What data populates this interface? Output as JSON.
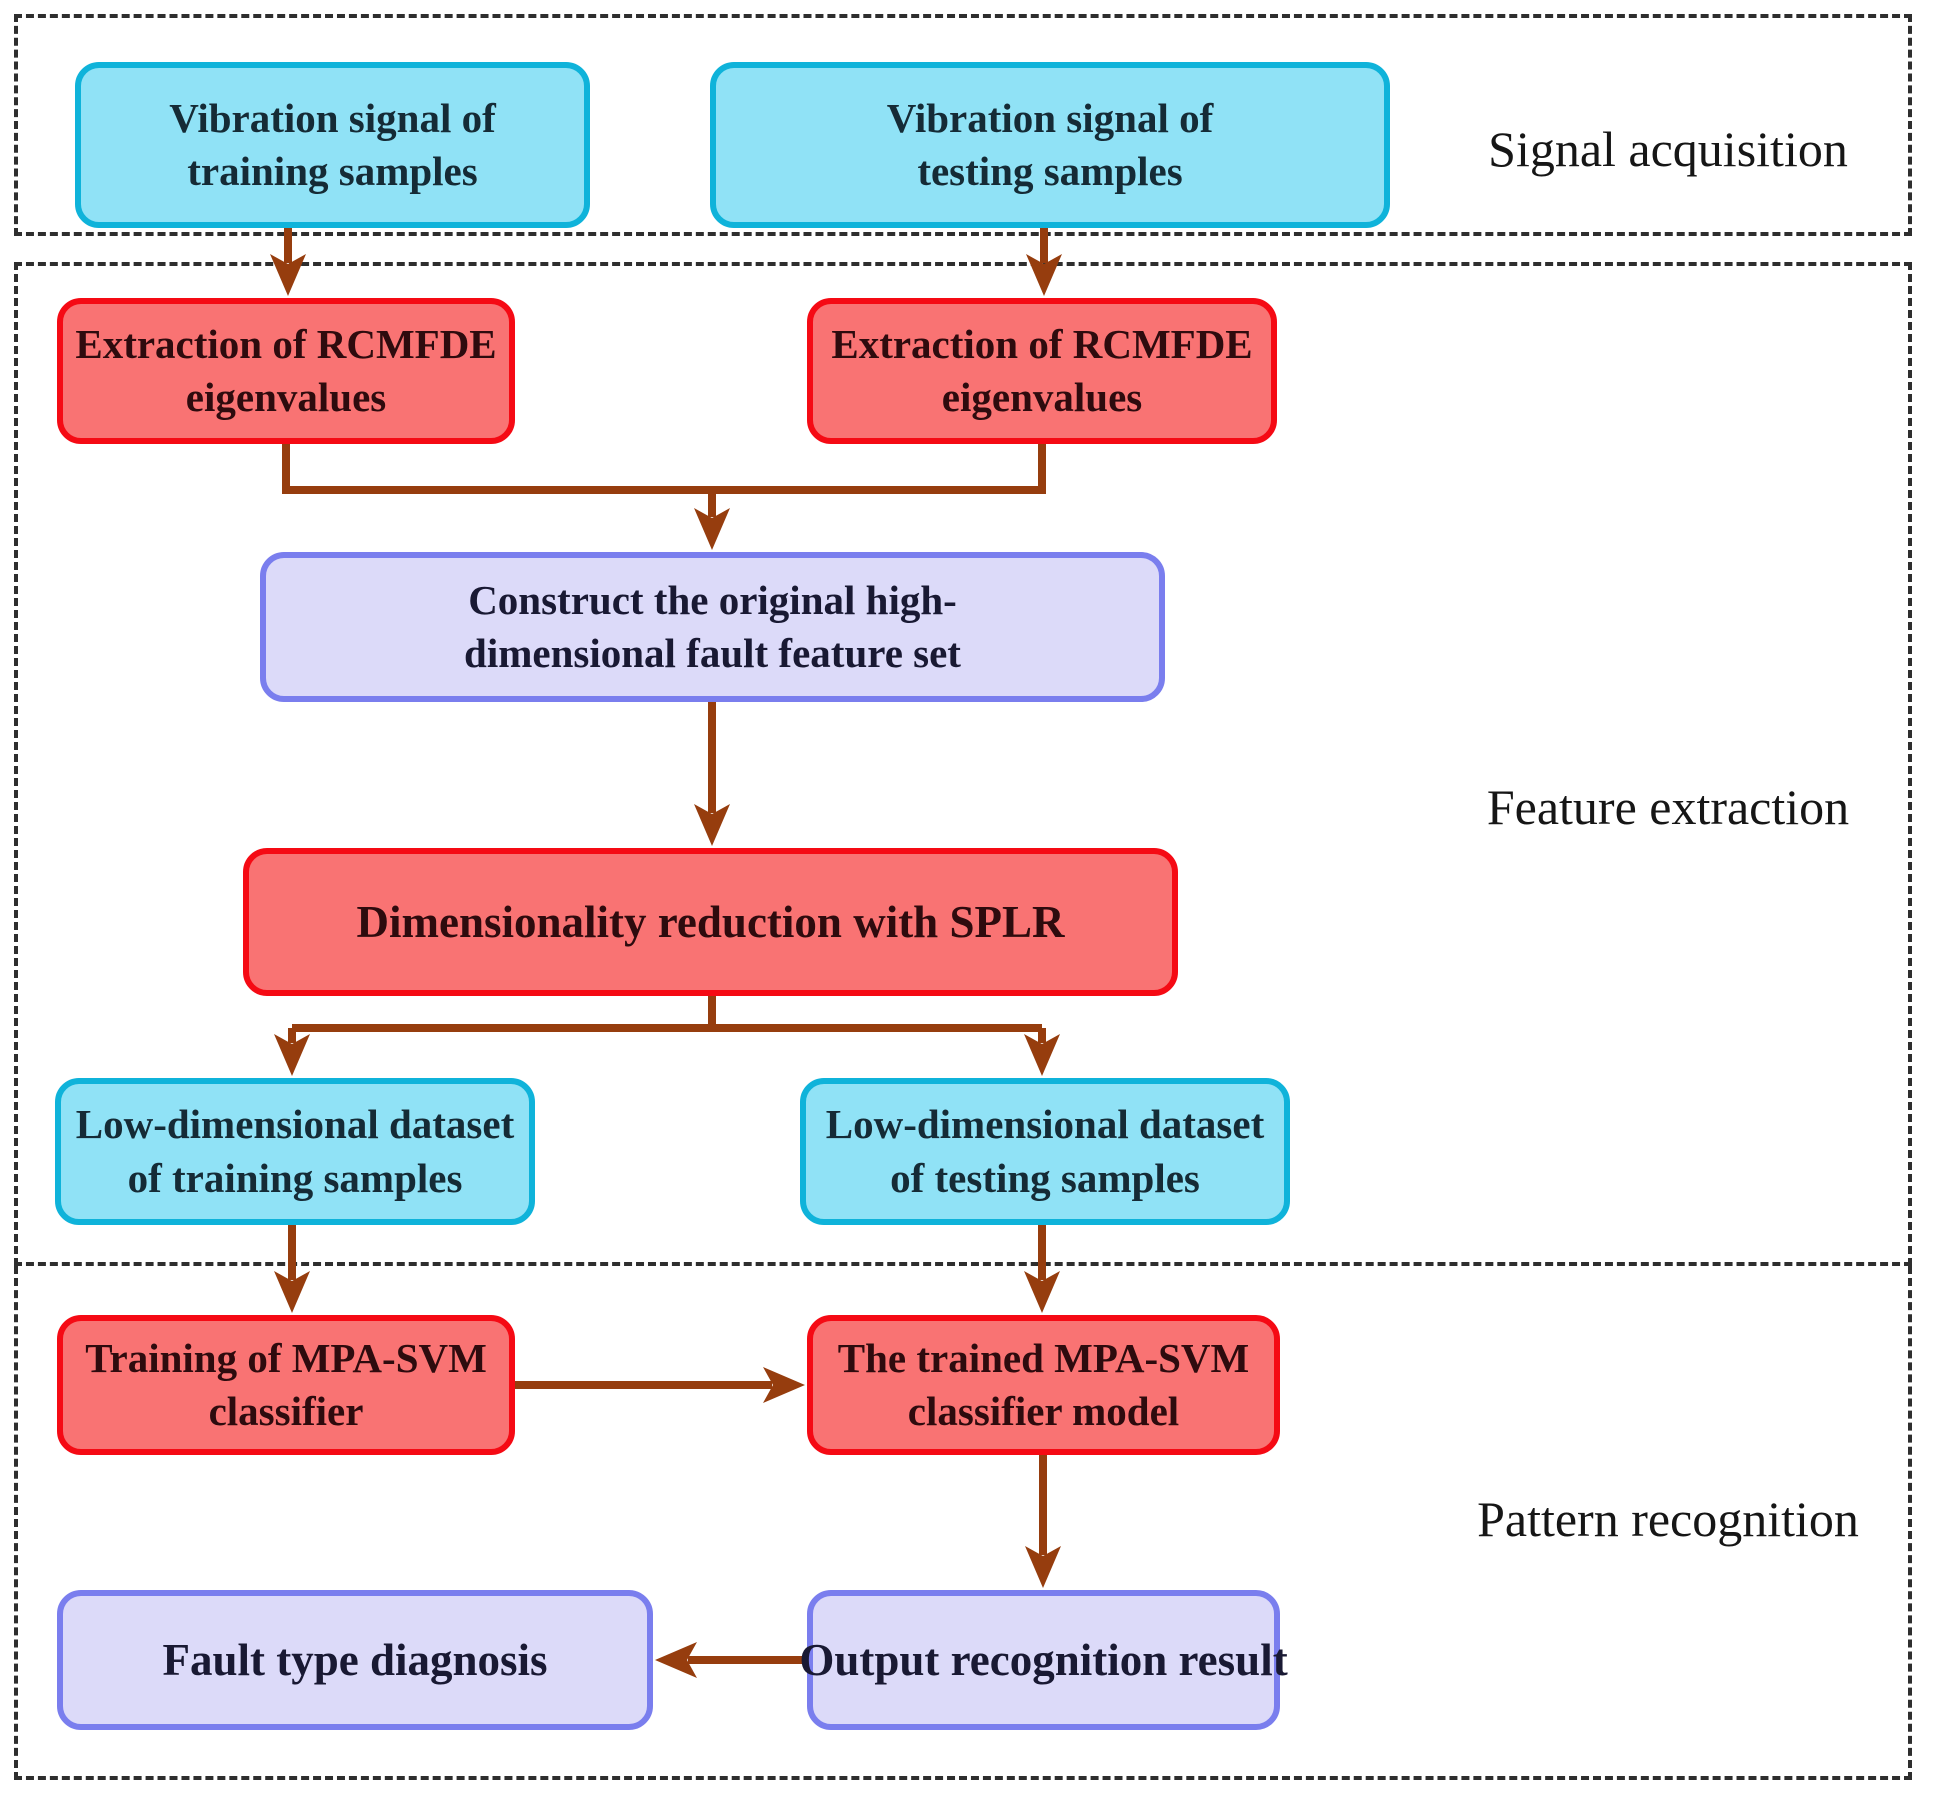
{
  "sections": {
    "signal_acquisition": {
      "label": "Signal acquisition"
    },
    "feature_extraction": {
      "label": "Feature extraction"
    },
    "pattern_recognition": {
      "label": "Pattern recognition"
    }
  },
  "boxes": {
    "vib_train": {
      "type": "cyan",
      "line1": "Vibration signal of",
      "line2": "training samples"
    },
    "vib_test": {
      "type": "cyan",
      "line1": "Vibration signal of",
      "line2": "testing samples"
    },
    "rcmfde_train": {
      "type": "red",
      "line1": "Extraction of RCMFDE",
      "line2": "eigenvalues"
    },
    "rcmfde_test": {
      "type": "red",
      "line1": "Extraction of RCMFDE",
      "line2": "eigenvalues"
    },
    "construct": {
      "type": "lavender",
      "line1": "Construct the original high-",
      "line2": "dimensional fault feature set"
    },
    "splr": {
      "type": "red",
      "line1": "Dimensionality reduction with SPLR"
    },
    "lowdim_train": {
      "type": "cyan",
      "line1": "Low-dimensional dataset",
      "line2": "of training samples"
    },
    "lowdim_test": {
      "type": "cyan",
      "line1": "Low-dimensional dataset",
      "line2": "of testing samples"
    },
    "train_svm": {
      "type": "red",
      "line1": "Training of MPA-SVM",
      "line2": "classifier"
    },
    "trained_svm": {
      "type": "red",
      "line1": "The trained MPA-SVM",
      "line2": "classifier model"
    },
    "output": {
      "type": "lavender",
      "line1": "Output recognition result"
    },
    "fault": {
      "type": "lavender",
      "line1": "Fault type diagnosis"
    }
  },
  "colors": {
    "cyan_fill": "#90E2F6",
    "cyan_border": "#0FB3DA",
    "red_fill": "#F97373",
    "red_border": "#F50A14",
    "lavender_fill": "#DCDAF9",
    "lavender_border": "#7A7EEE",
    "arrow": "#963D0E",
    "dashed_border": "#2E2E2E",
    "text": "#161616"
  }
}
